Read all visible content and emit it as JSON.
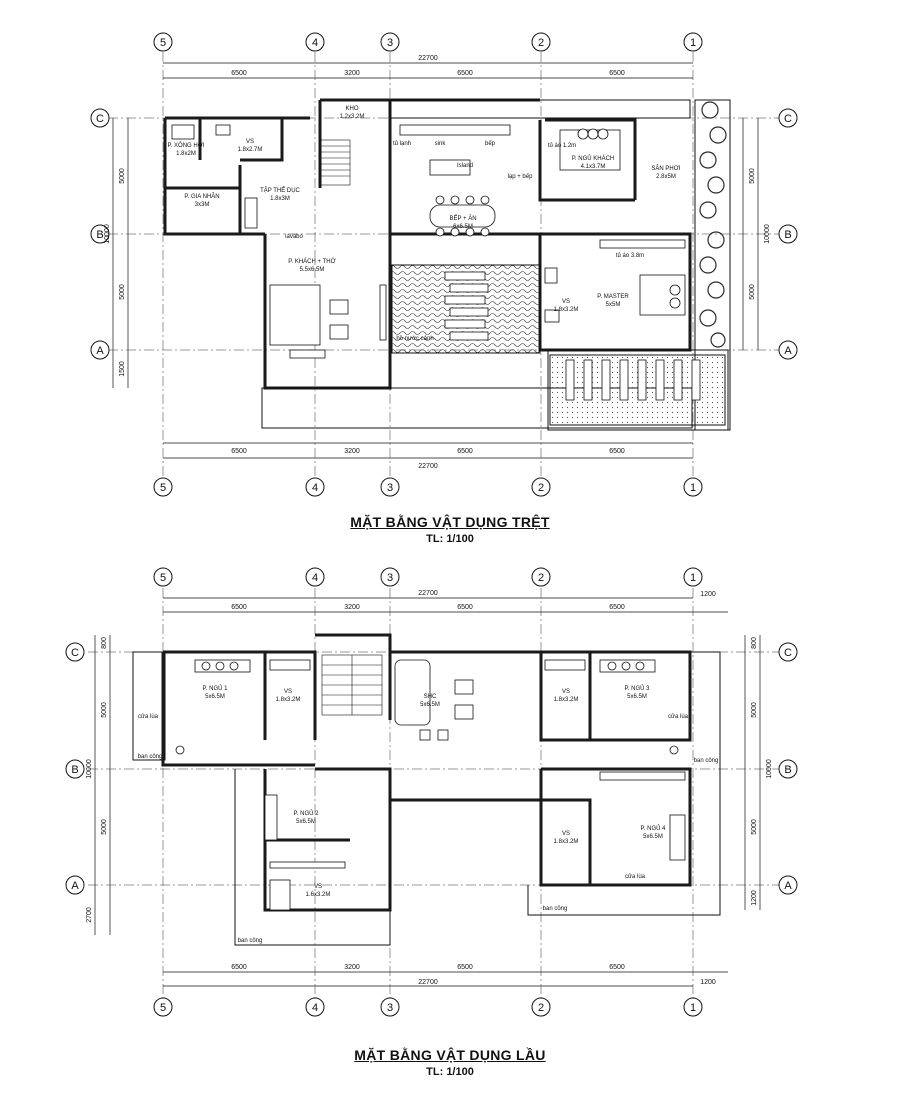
{
  "axes": {
    "vertical": [
      "5",
      "4",
      "3",
      "2",
      "1"
    ],
    "horizontal": [
      "C",
      "B",
      "A"
    ]
  },
  "colors": {
    "line": "#111111",
    "wall": "#1a1a1a",
    "plant": "#2a2a2a"
  },
  "plans": [
    {
      "name": "ground-floor",
      "title": "MẶT BẰNG VẬT DỤNG TRỆT",
      "scale": "TL: 1/100",
      "dims_top": [
        "6500",
        "3200",
        "6500",
        "6500"
      ],
      "dims_bottom": [
        "6500",
        "3200",
        "6500",
        "6500"
      ],
      "total": "22700",
      "dims_left": [
        "5000",
        "5000",
        "1500"
      ],
      "total_left": "10000",
      "dims_right": [
        "5000",
        "5000"
      ],
      "total_right": "10000",
      "rooms": [
        {
          "id": "kho",
          "label": "KHO",
          "size": "1.2x3.2M"
        },
        {
          "id": "xong-hoi",
          "label": "P. XÔNG HƠI",
          "size": "1.8x2M"
        },
        {
          "id": "vs1",
          "label": "VS",
          "size": "1.8x2.7M"
        },
        {
          "id": "gia-nhan",
          "label": "P. GIA NHÂN",
          "size": "3x3M"
        },
        {
          "id": "tap-the-duc",
          "label": "TẬP THỂ DỤC",
          "size": "1.8x3M"
        },
        {
          "id": "bep-an",
          "label": "BẾP + ĂN",
          "size": "6x6.5M"
        },
        {
          "id": "ngu-khach",
          "label": "P. NGỦ KHÁCH",
          "size": "4.1x3.7M"
        },
        {
          "id": "san-phoi",
          "label": "SÂN PHƠI",
          "size": "2.8x5M"
        },
        {
          "id": "khach-tho",
          "label": "P. KHÁCH + THỜ",
          "size": "5.5x6.5M"
        },
        {
          "id": "vs2",
          "label": "VS",
          "size": "1.8x3.2M"
        },
        {
          "id": "master",
          "label": "P. MASTER",
          "size": "5x5M"
        }
      ],
      "notes": [
        {
          "id": "tu-lanh",
          "text": "tủ lạnh"
        },
        {
          "id": "sink",
          "text": "sink"
        },
        {
          "id": "bep",
          "text": "bếp"
        },
        {
          "id": "island",
          "text": "Island"
        },
        {
          "id": "tu-ao-1",
          "text": "tủ áo 1.2m"
        },
        {
          "id": "tu-ao-2",
          "text": "tủ áo 3.8m"
        },
        {
          "id": "ho-nuoc",
          "text": "hồ nước cảnh"
        },
        {
          "id": "lavabo",
          "text": "lavabo"
        },
        {
          "id": "bep-bep",
          "text": "lạp + bếp"
        }
      ]
    },
    {
      "name": "upper-floor",
      "title": "MẶT BẰNG VẬT DỤNG LẦU",
      "scale": "TL: 1/100",
      "dims_top": [
        "6500",
        "3200",
        "6500",
        "6500",
        "1200"
      ],
      "dims_bottom": [
        "6500",
        "3200",
        "6500",
        "6500",
        "1200"
      ],
      "total": "22700",
      "dims_left": [
        "800",
        "5000",
        "5000",
        "2700"
      ],
      "total_left": "10000",
      "dims_right": [
        "800",
        "5000",
        "5000",
        "1200"
      ],
      "total_right": "10000",
      "rooms": [
        {
          "id": "ngu-1",
          "label": "P. NGỦ 1",
          "size": "5x6.5M"
        },
        {
          "id": "vs-a",
          "label": "VS",
          "size": "1.8x3.2M"
        },
        {
          "id": "shc",
          "label": "SHC",
          "size": "5x6.5M"
        },
        {
          "id": "vs-b",
          "label": "VS",
          "size": "1.8x3.2M"
        },
        {
          "id": "ngu-3",
          "label": "P. NGỦ 3",
          "size": "5x6.5M"
        },
        {
          "id": "ngu-2",
          "label": "P. NGỦ 2",
          "size": "5x6.5M"
        },
        {
          "id": "vs-c",
          "label": "VS",
          "size": "1.6x3.2M"
        },
        {
          "id": "vs-d",
          "label": "VS",
          "size": "1.8x3.2M"
        },
        {
          "id": "ngu-4",
          "label": "P. NGỦ 4",
          "size": "5x6.5M"
        }
      ],
      "notes": [
        {
          "id": "cua-lua-1",
          "text": "cửa lùa"
        },
        {
          "id": "cua-lua-3",
          "text": "cửa lùa"
        },
        {
          "id": "cua-lua-4",
          "text": "cửa lùa"
        },
        {
          "id": "ban-cong-1",
          "text": "ban công"
        },
        {
          "id": "ban-cong-2",
          "text": "ban công"
        },
        {
          "id": "ban-cong-3",
          "text": "ban công"
        },
        {
          "id": "ban-cong-4",
          "text": "ban công"
        }
      ]
    }
  ]
}
